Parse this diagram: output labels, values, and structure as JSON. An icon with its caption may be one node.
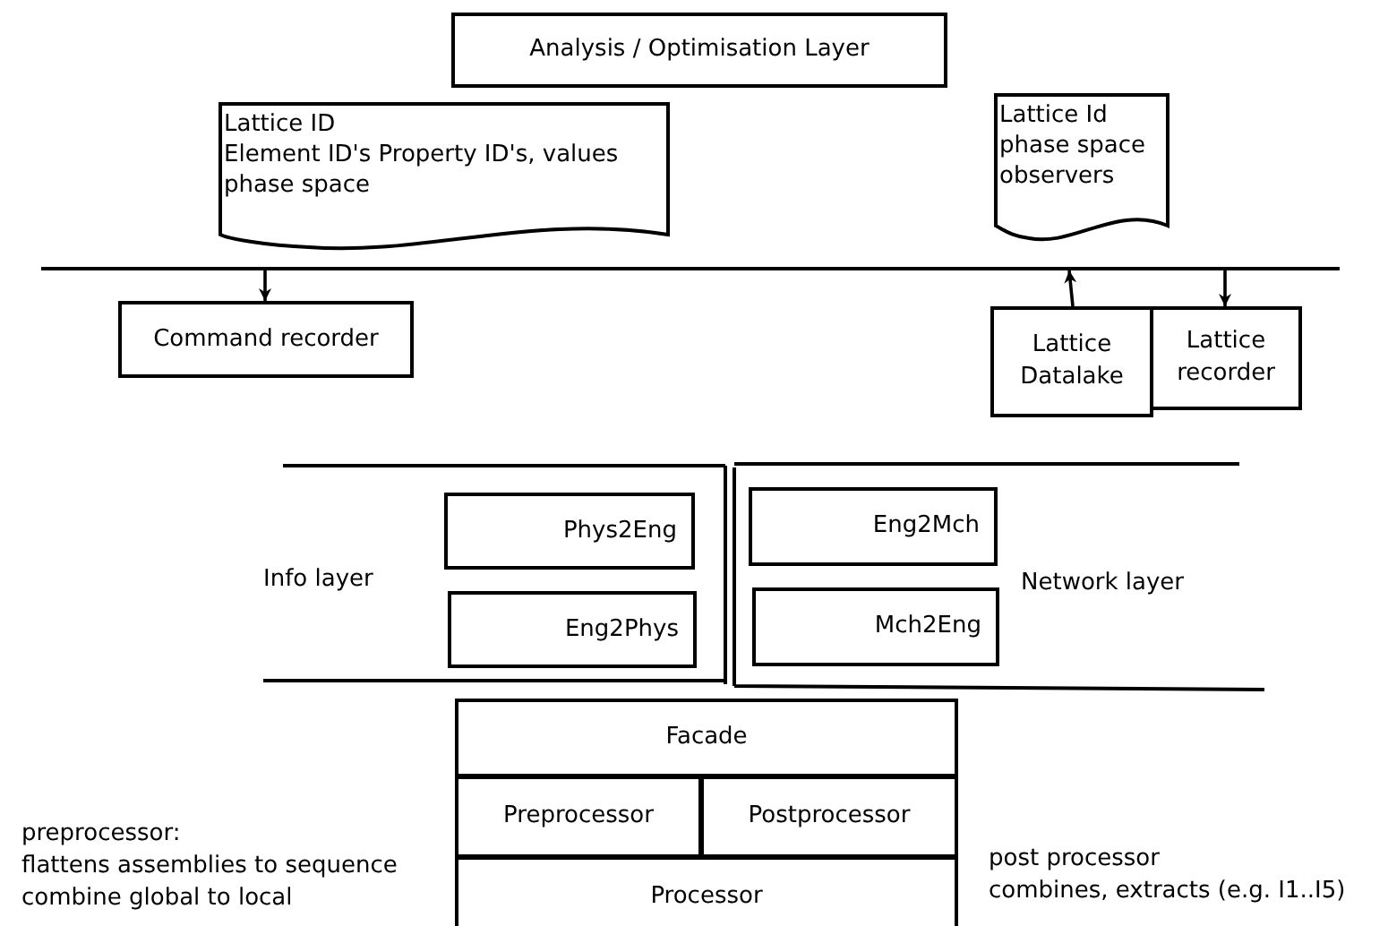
{
  "diagram": {
    "nodes": [
      {
        "text": [
          "Analysis  / Optimisation Layer"
        ]
      },
      {
        "text": [
          "Lattice ID",
          "Element ID's Property ID's, values",
          "phase space"
        ]
      },
      {
        "text": [
          "Lattice Id",
          "phase space",
          "observers"
        ]
      },
      {
        "text": [],
        "shape": "bar"
      },
      {
        "text": [
          "Command recorder"
        ]
      },
      {
        "text": [
          "Lattice Datalake"
        ]
      },
      {
        "text": [
          "Lattice recorder"
        ]
      },
      {
        "text": [
          "Phys2Eng"
        ]
      },
      {
        "text": [
          "Eng2Phys"
        ]
      },
      {
        "text": [
          "Eng2Mch"
        ]
      },
      {
        "text": [
          "Mch2Eng"
        ]
      },
      {
        "text": [
          "Facade"
        ]
      },
      {
        "text": [
          "Preprocessor"
        ]
      },
      {
        "text": [
          "Postprocessor"
        ]
      },
      {
        "text": [
          "Processor"
        ]
      }
    ],
    "edges": [
      {
        "from": 3,
        "to": 4,
        "arrow": "to"
      },
      {
        "from": 5,
        "to": 3,
        "arrow": "to"
      },
      {
        "from": 3,
        "to": 6,
        "arrow": "to"
      }
    ],
    "labels": [
      "Info layer",
      "Network layer",
      "preprocessor:",
      "flattens assemblies to sequence",
      "combine global to local",
      "post processor",
      "combines, extracts (e.g. I1..I5)"
    ]
  }
}
